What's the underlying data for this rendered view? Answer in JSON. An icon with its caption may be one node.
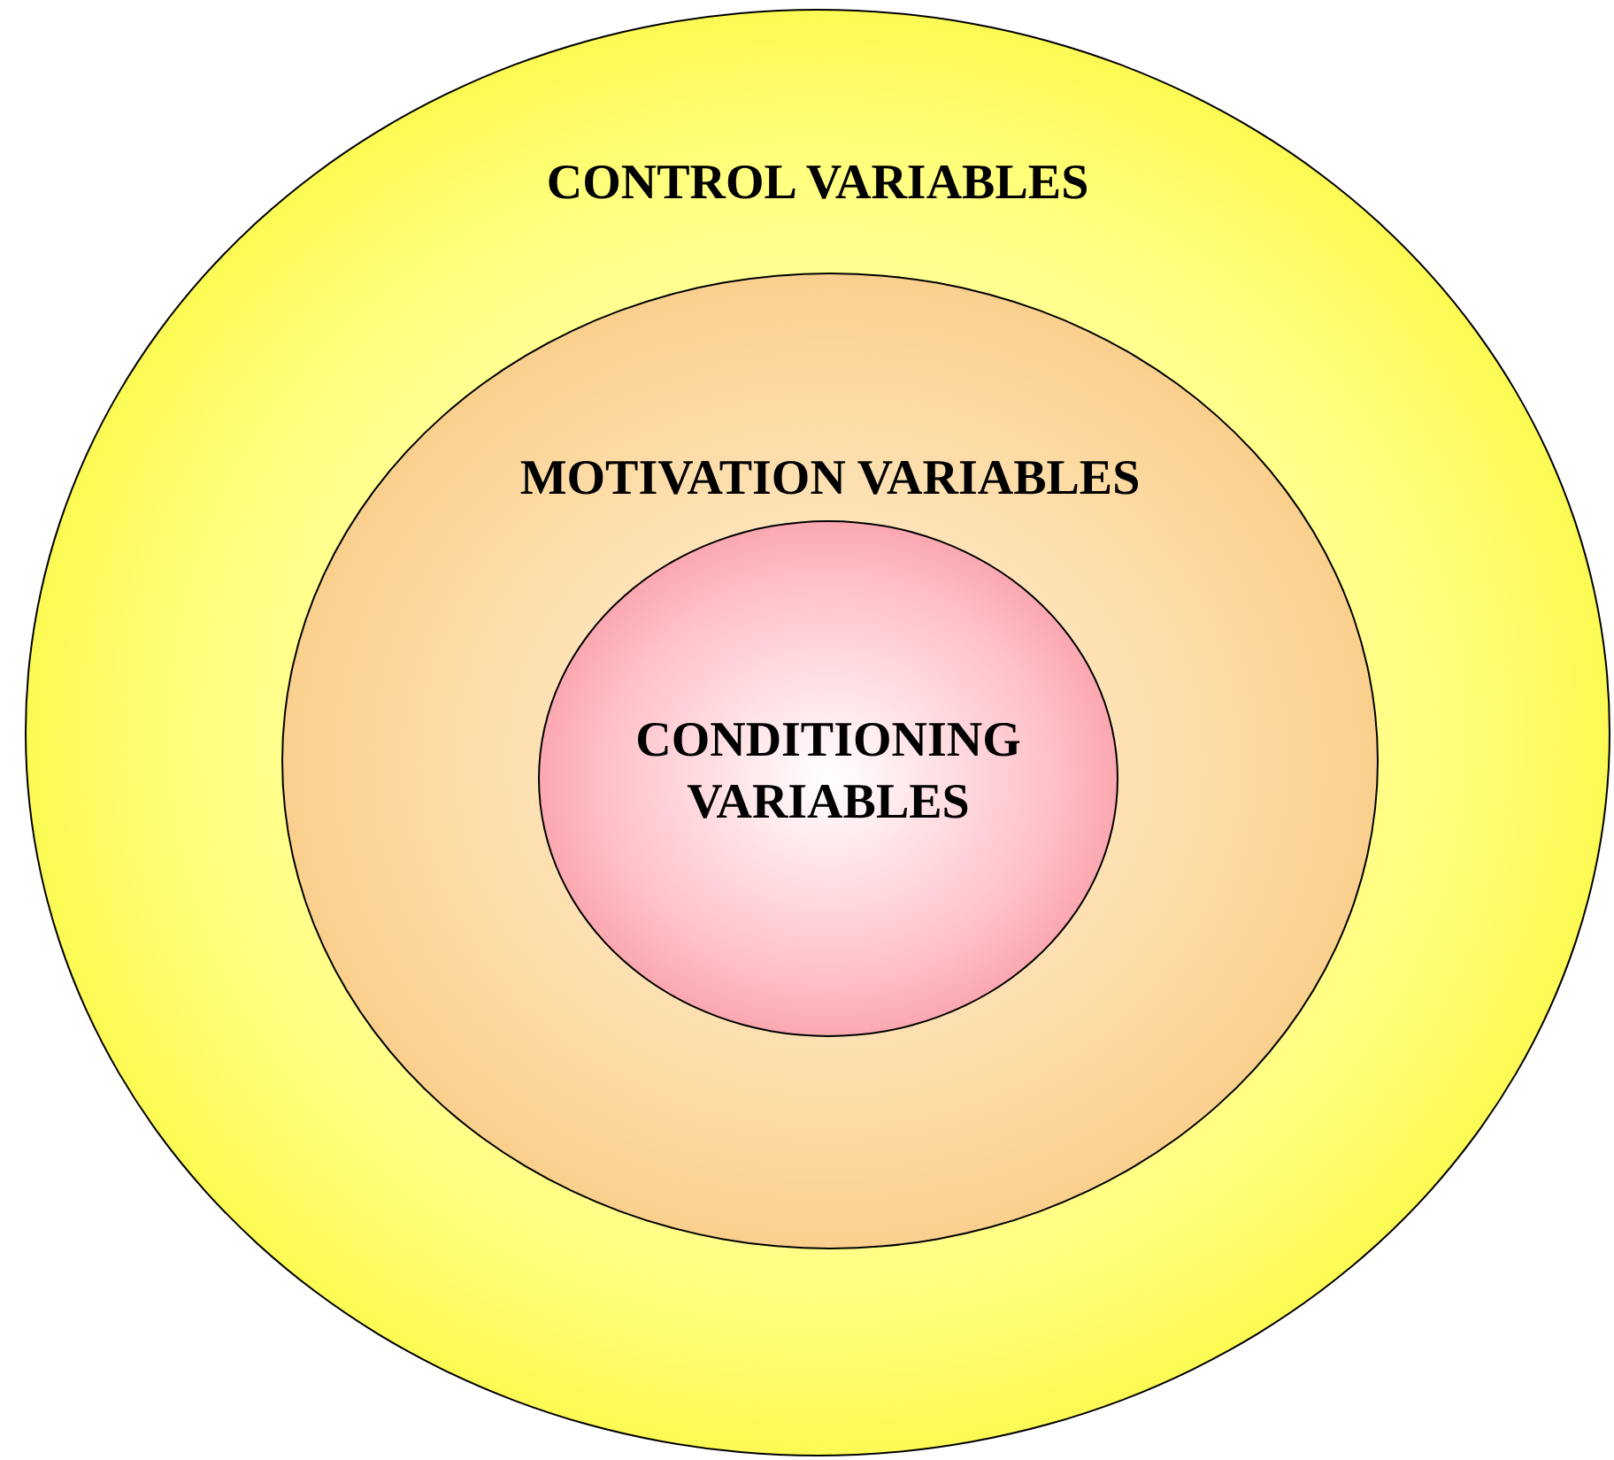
{
  "diagram": {
    "nodes": [
      {
        "text": [
          "CONTROL VARIABLES"
        ]
      },
      {
        "text": [
          "MOTIVATION VARIABLES"
        ],
        "in": 0
      },
      {
        "text": [
          "CONDITIONING VARIABLES"
        ],
        "in": 1
      }
    ]
  }
}
